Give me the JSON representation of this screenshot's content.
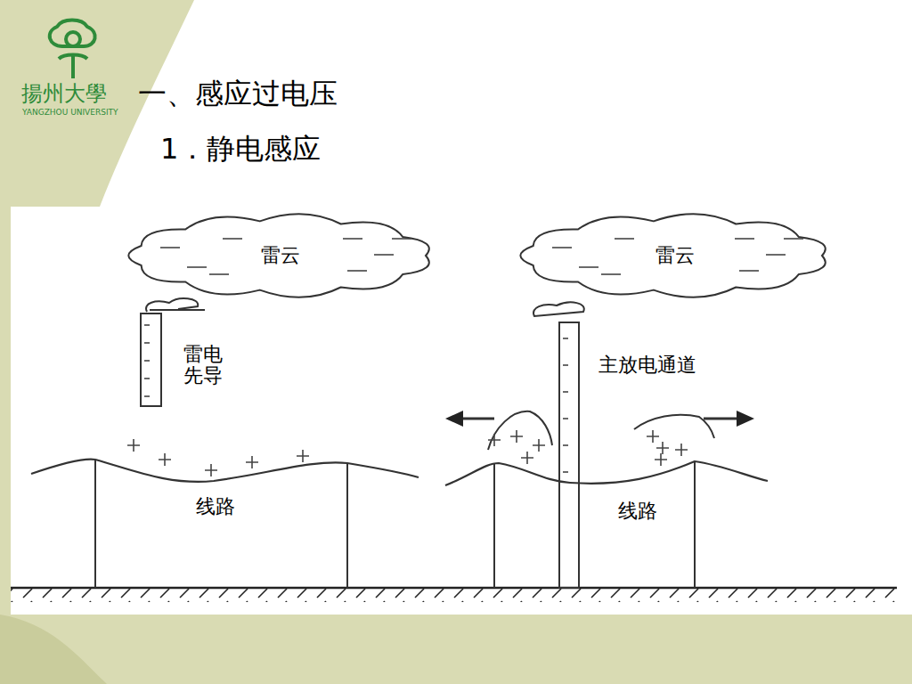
{
  "diagram": {
    "title": "一、感应过电压",
    "nodes": [
      {
        "text": [
          "雷云"
        ]
      },
      {
        "text": [
          "雷云"
        ]
      }
    ],
    "labels": [
      "揚州大學",
      "YANGZHOU UNIVERSITY",
      "1．静电感应",
      "雷电先导",
      "主放电通道",
      "线路",
      "线路"
    ]
  }
}
